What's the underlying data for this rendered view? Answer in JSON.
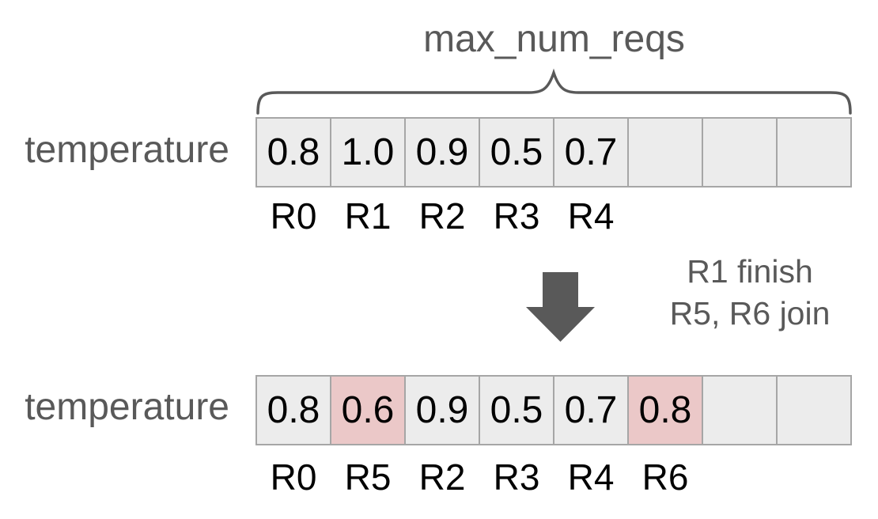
{
  "colors": {
    "background": "#ffffff",
    "cell_bg": "#ececec",
    "highlight_bg": "#ebc8c8",
    "cell_border": "#a6a6a6",
    "gray_text": "#595959",
    "black_text": "#000000"
  },
  "brace_label": "max_num_reqs",
  "rows": [
    {
      "label": "temperature",
      "cells": [
        {
          "value": "0.8",
          "highlight": false
        },
        {
          "value": "1.0",
          "highlight": false
        },
        {
          "value": "0.9",
          "highlight": false
        },
        {
          "value": "0.5",
          "highlight": false
        },
        {
          "value": "0.7",
          "highlight": false
        },
        {
          "value": "",
          "highlight": false
        },
        {
          "value": "",
          "highlight": false
        },
        {
          "value": "",
          "highlight": false
        }
      ],
      "request_labels": [
        "R0",
        "R1",
        "R2",
        "R3",
        "R4"
      ]
    },
    {
      "label": "temperature",
      "cells": [
        {
          "value": "0.8",
          "highlight": false
        },
        {
          "value": "0.6",
          "highlight": true
        },
        {
          "value": "0.9",
          "highlight": false
        },
        {
          "value": "0.5",
          "highlight": false
        },
        {
          "value": "0.7",
          "highlight": false
        },
        {
          "value": "0.8",
          "highlight": true
        },
        {
          "value": "",
          "highlight": false
        },
        {
          "value": "",
          "highlight": false
        }
      ],
      "request_labels": [
        "R0",
        "R5",
        "R2",
        "R3",
        "R4",
        "R6"
      ]
    }
  ],
  "transition": {
    "lines": [
      "R1 finish",
      "R5, R6 join"
    ]
  }
}
